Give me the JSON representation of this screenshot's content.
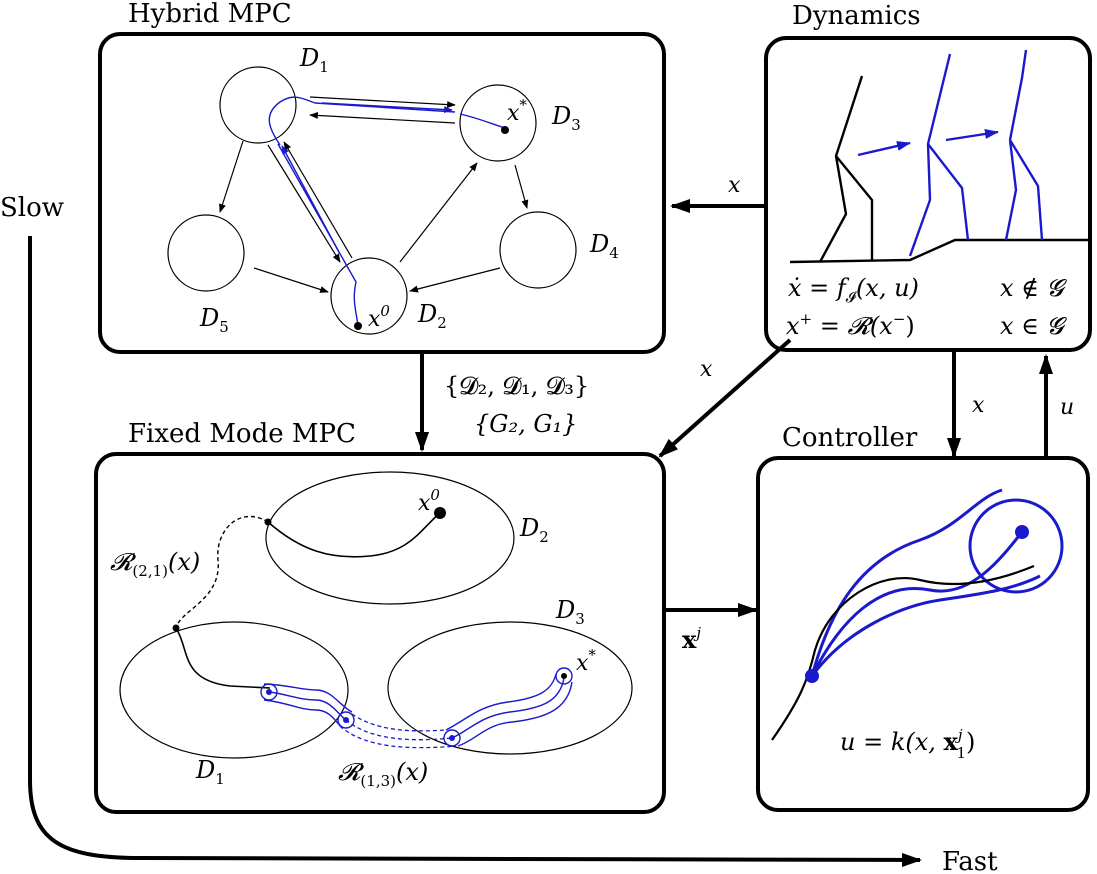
{
  "panels": {
    "hybrid_mpc": {
      "title": "Hybrid MPC",
      "modes": [
        {
          "script": "D",
          "sub": "1"
        },
        {
          "script": "D",
          "sub": "2"
        },
        {
          "script": "D",
          "sub": "3"
        },
        {
          "script": "D",
          "sub": "4"
        },
        {
          "script": "D",
          "sub": "5"
        }
      ],
      "start_state": {
        "base": "x",
        "sup": "0"
      },
      "goal_state": {
        "base": "x",
        "sup": "*"
      }
    },
    "dynamics": {
      "title": "Dynamics",
      "eq1_lhs": "ẋ = f",
      "eq1_sub": "𝓘",
      "eq1_rhs": "(x, u)",
      "eq1_cond": "x ∉ 𝓖",
      "eq2_lhs": "x",
      "eq2_sup": "+",
      "eq2_mid": " = 𝓡(x",
      "eq2_sup2": "−",
      "eq2_end": ")",
      "eq2_cond": "x ∈ 𝓖"
    },
    "fixed_mode_mpc": {
      "title": "Fixed Mode MPC",
      "modes": [
        {
          "script": "D",
          "sub": "1"
        },
        {
          "script": "D",
          "sub": "2"
        },
        {
          "script": "D",
          "sub": "3"
        }
      ],
      "reset_21": {
        "base": "𝓡",
        "sub": "(2,1)",
        "arg": "(x)"
      },
      "reset_13": {
        "base": "𝓡",
        "sub": "(1,3)",
        "arg": "(x)"
      },
      "start_state": {
        "base": "x",
        "sup": "0"
      },
      "goal_state": {
        "base": "x",
        "sup": "*"
      }
    },
    "controller": {
      "title": "Controller",
      "law_lhs": "u = k(x, ",
      "law_bold": "x",
      "law_sup": "j",
      "law_sub": "1",
      "law_end": ")"
    }
  },
  "arrows": {
    "dyn_to_hybrid": "x",
    "dyn_to_fixed": "x",
    "dyn_to_controller": "x",
    "controller_to_dyn": "u",
    "hybrid_to_fixed_modes": "{𝓓₂, 𝓓₁, 𝓓₃}",
    "hybrid_to_fixed_guards": "{G₂, G₁}",
    "fixed_to_controller": {
      "base": "x",
      "sup": "j"
    }
  },
  "axis": {
    "slow": "Slow",
    "fast": "Fast"
  },
  "colors": {
    "blue": "#1a1acc",
    "black": "#000000"
  }
}
